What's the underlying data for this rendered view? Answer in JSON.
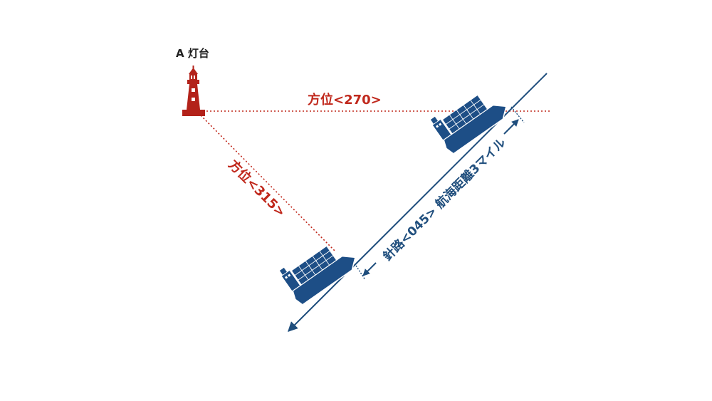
{
  "lighthouse": {
    "label": "A 灯台"
  },
  "bearings": {
    "horizontal": "方位<270>",
    "diagonal": "方位<315>"
  },
  "course": {
    "label": "針路<045>  航海距離3マイル"
  },
  "colors": {
    "red": "#c0281c",
    "blue": "#1f4e7d",
    "ship_blue": "#1d4e86"
  }
}
